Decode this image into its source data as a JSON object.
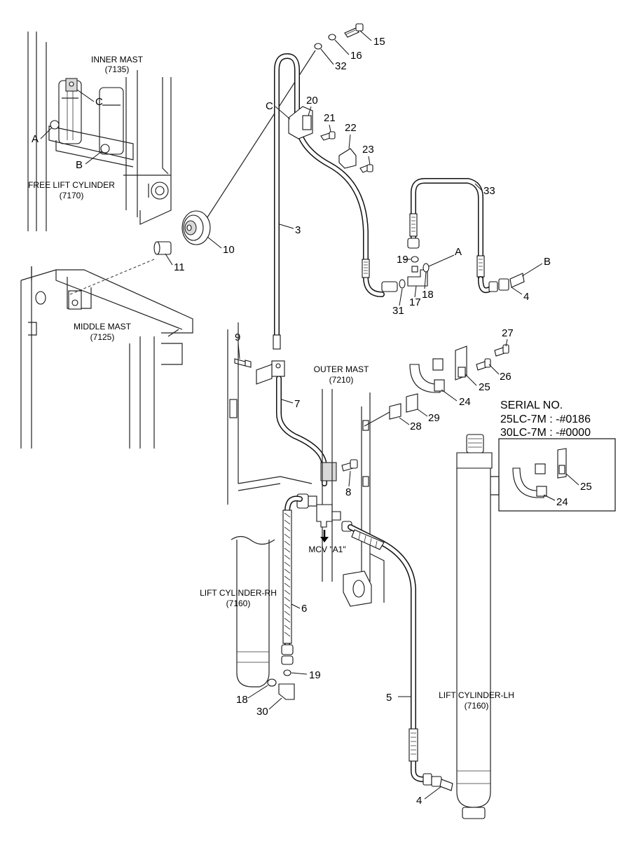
{
  "labels": {
    "inner_mast": "INNER MAST",
    "inner_mast_code": "(7135)",
    "free_lift_cylinder": "FREE LIFT CYLINDER",
    "free_lift_cylinder_code": "(7170)",
    "middle_mast": "MIDDLE MAST",
    "middle_mast_code": "(7125)",
    "outer_mast": "OUTER MAST",
    "outer_mast_code": "(7210)",
    "mcv": "MCV \"A1\"",
    "lift_cylinder_rh": "LIFT CYLINDER-RH",
    "lift_cylinder_rh_code": "(7160)",
    "lift_cylinder_lh": "LIFT CYLINDER-LH",
    "lift_cylinder_lh_code": "(7160)"
  },
  "serial": {
    "title": "SERIAL NO.",
    "line1": "25LC-7M : -#0186",
    "line2": "30LC-7M : -#0000"
  },
  "letters": {
    "a": "A",
    "b": "B",
    "c": "C"
  },
  "callouts": {
    "p3": "3",
    "p4": "4",
    "p5": "5",
    "p6": "6",
    "p7": "7",
    "p8": "8",
    "p9": "9",
    "p10": "10",
    "p11": "11",
    "p15": "15",
    "p16": "16",
    "p17": "17",
    "p18": "18",
    "p19": "19",
    "p20": "20",
    "p21": "21",
    "p22": "22",
    "p23": "23",
    "p24": "24",
    "p25": "25",
    "p26": "26",
    "p27": "27",
    "p28": "28",
    "p29": "29",
    "p30": "30",
    "p31": "31",
    "p32": "32",
    "p33": "33"
  }
}
